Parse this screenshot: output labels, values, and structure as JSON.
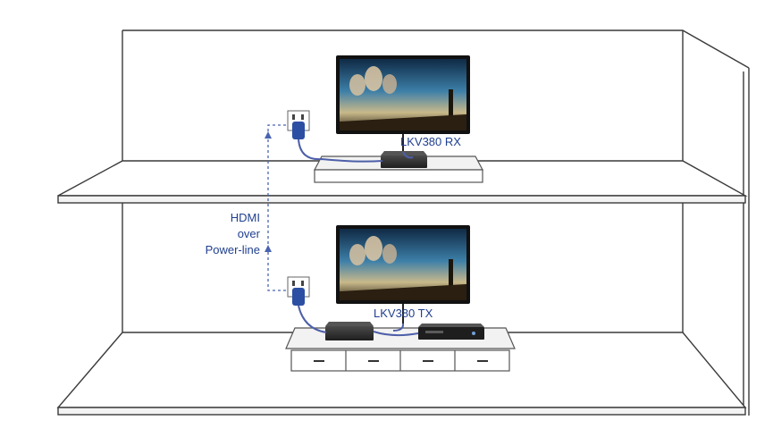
{
  "labels": {
    "rx": "LKV380 RX",
    "tx": "LKV380 TX",
    "link_line1": "HDMI",
    "link_line2": "over",
    "link_line3": "Power-line"
  },
  "colors": {
    "label_blue": "#1f3f8f",
    "outline": "#3a3a3a",
    "cable": "#4d5fa8",
    "plug_blue": "#2c4fa3",
    "dashed_link": "#4a63b0"
  },
  "icons": [
    "monitor-icon",
    "power-plug-icon",
    "extender-box-icon",
    "dvd-player-icon"
  ]
}
